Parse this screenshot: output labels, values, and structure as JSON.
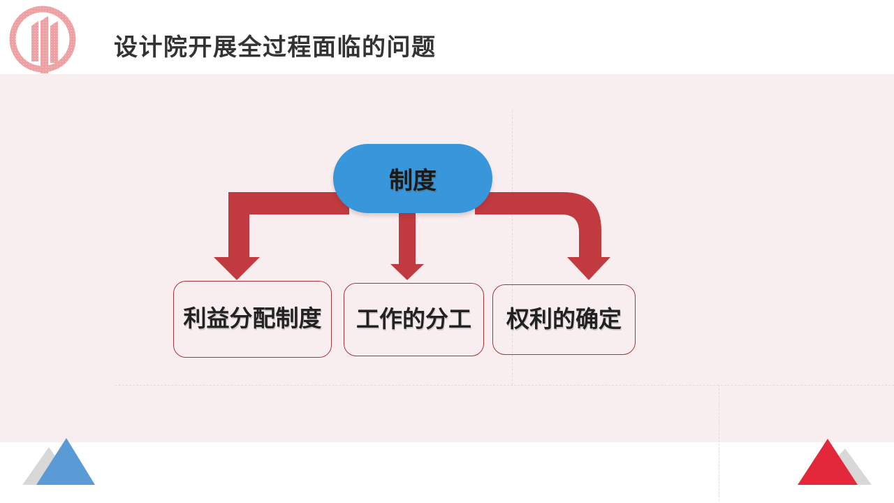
{
  "slide": {
    "title": "设计院开展全过程面临的问题"
  },
  "diagram": {
    "root_label": "制度",
    "children": [
      {
        "label": "利益分配制度"
      },
      {
        "label": "工作的分工"
      },
      {
        "label": "权利的确定"
      }
    ]
  },
  "icons": {
    "logo": "building-circle-logo"
  },
  "colors": {
    "band_bg": "#f9eeef",
    "root_fill": "#3897da",
    "arrow": "#c13a40",
    "box_border": "#a9343a",
    "title_color": "#333333",
    "triangle_blue": "#5b9bd5",
    "triangle_red": "#e2283a",
    "triangle_gray": "#d8d8d8",
    "logo_pink": "#eda0a2",
    "dashed_line": "#ecd7d8"
  }
}
